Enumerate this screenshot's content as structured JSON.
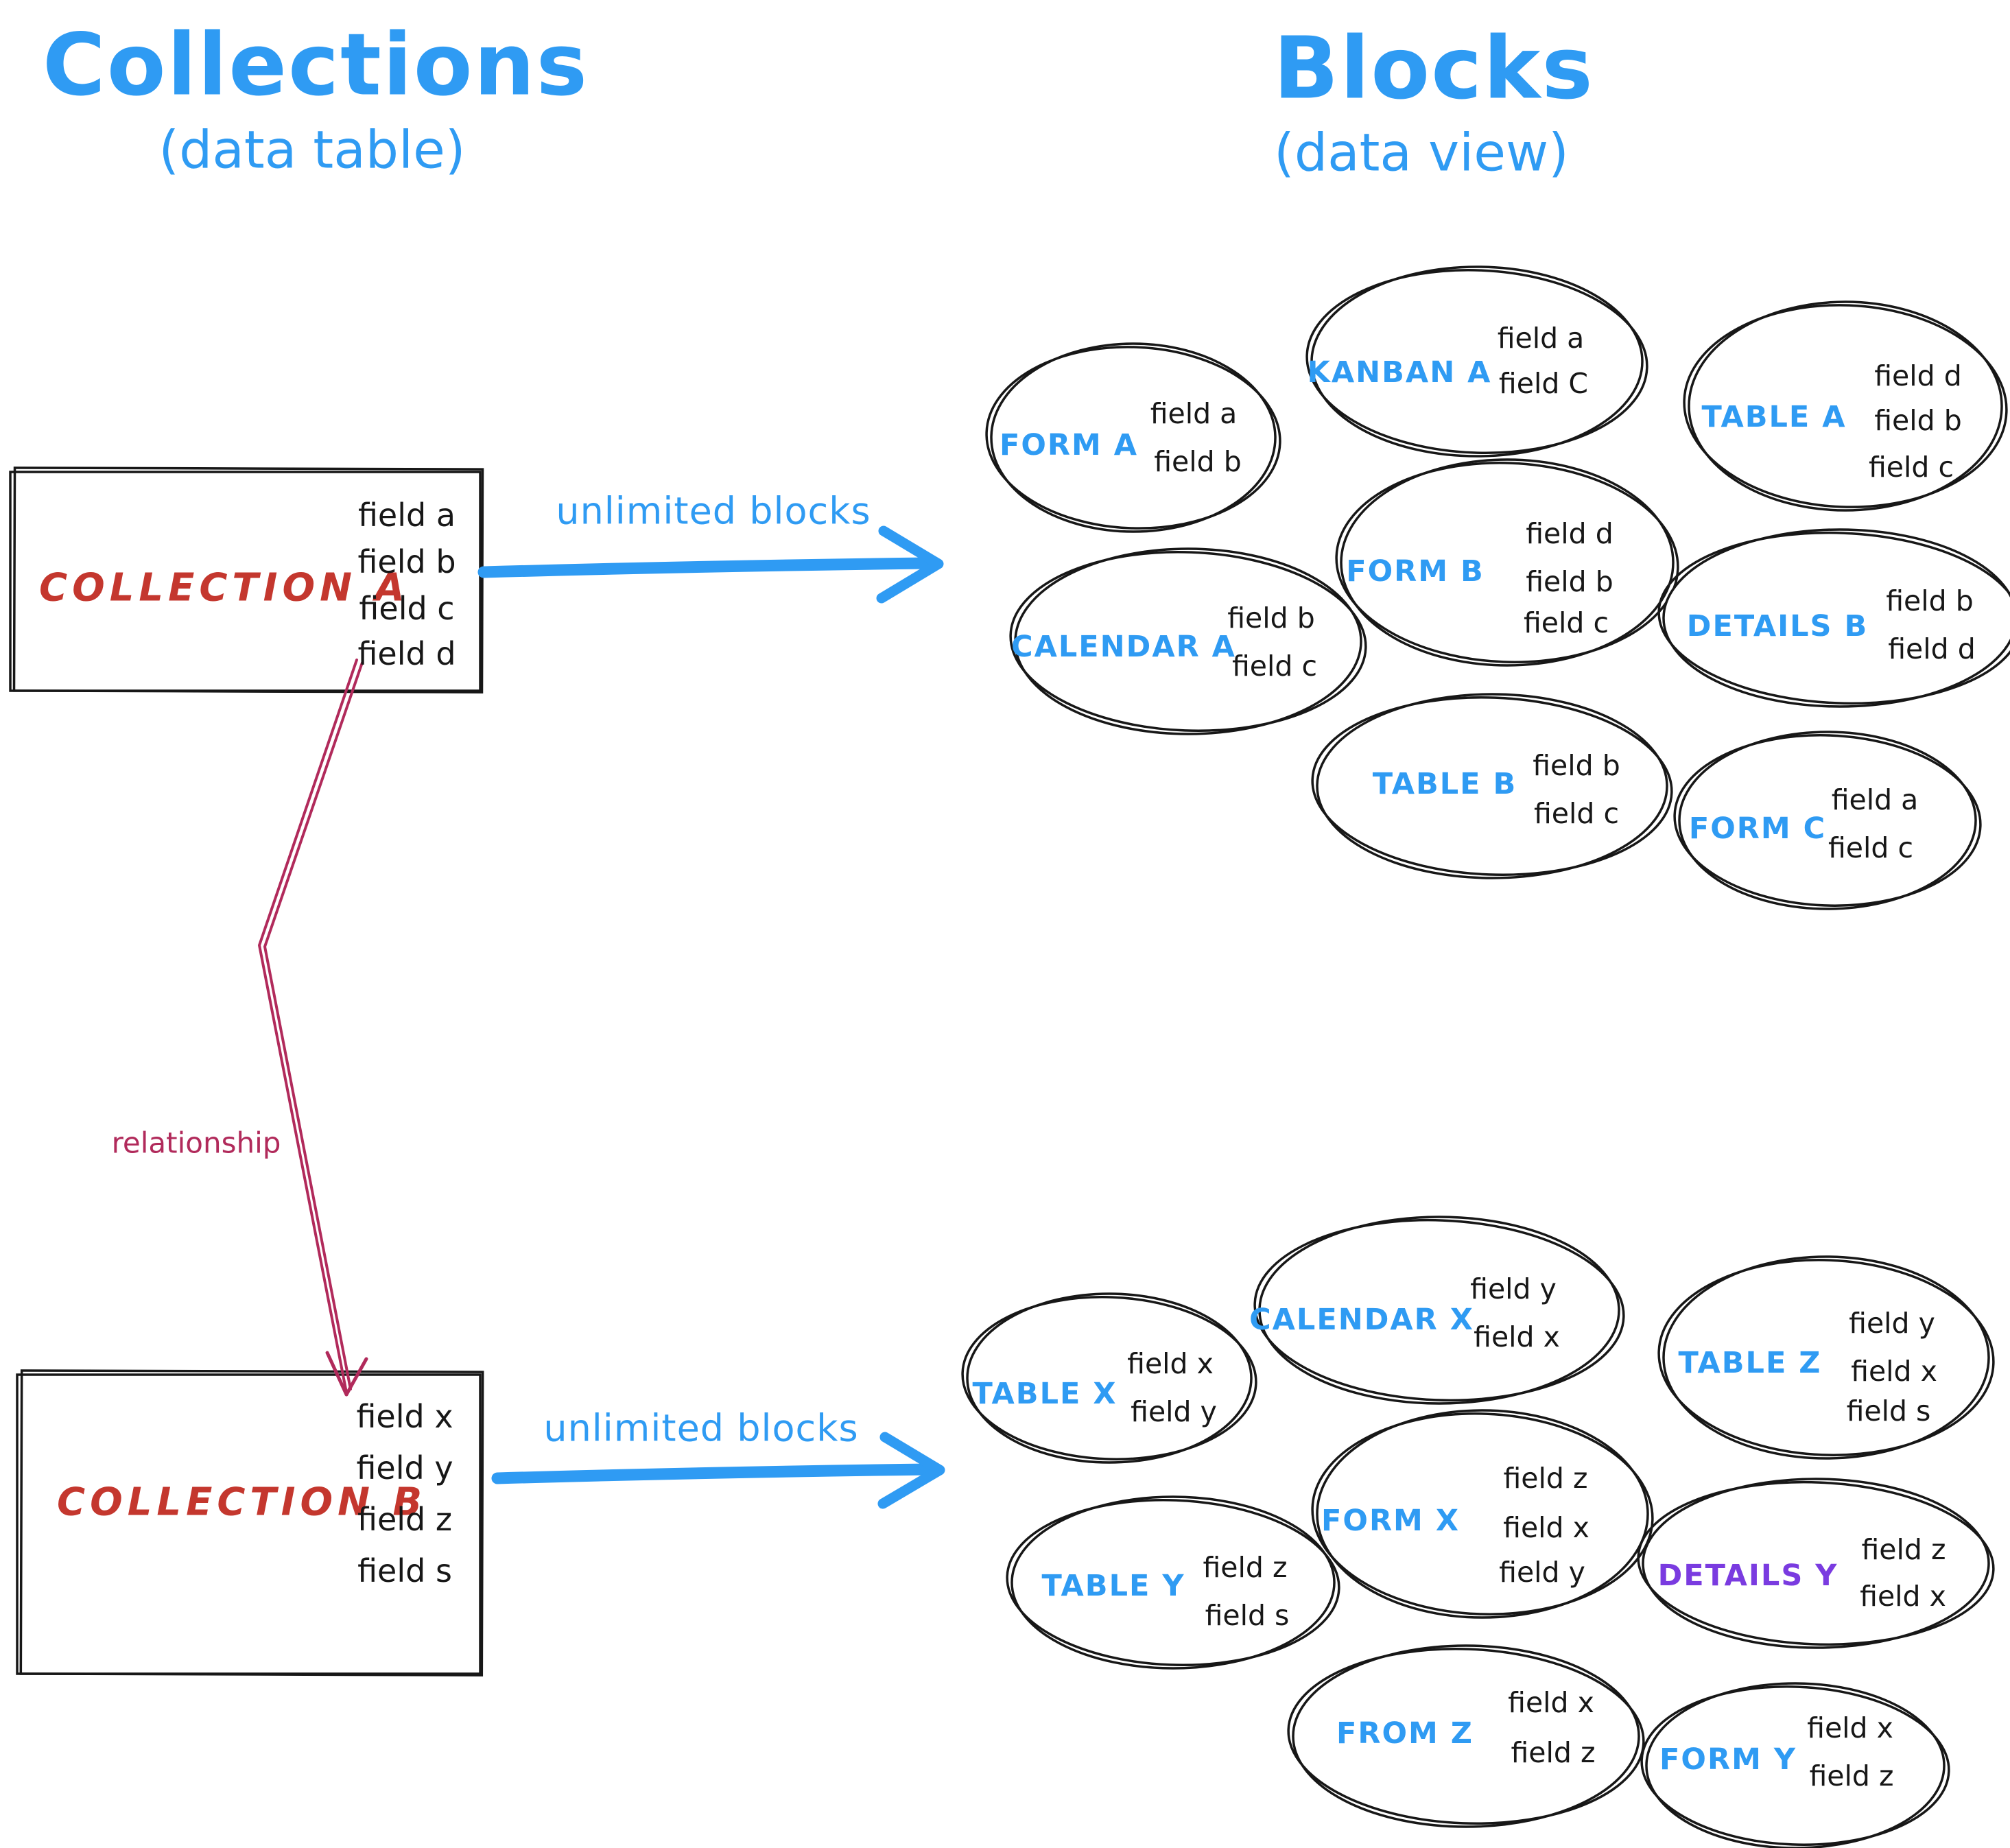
{
  "colors": {
    "blue": "#2f9bf3",
    "red": "#c4372e",
    "crimson": "#b12a5b",
    "purple": "#7a3be0",
    "ink": "#171717"
  },
  "headers": {
    "left": {
      "title": "Collections",
      "subtitle": "(data table)"
    },
    "right": {
      "title": "Blocks",
      "subtitle": "(data view)"
    }
  },
  "collections": [
    {
      "name": "COLLECTION A",
      "fields": [
        "field a",
        "field b",
        "field c",
        "field d"
      ]
    },
    {
      "name": "COLLECTION B",
      "fields": [
        "field x",
        "field y",
        "field z",
        "field s"
      ]
    }
  ],
  "arrows": [
    {
      "label": "unlimited blocks"
    },
    {
      "label": "unlimited blocks"
    }
  ],
  "relationship": {
    "label": "relationship"
  },
  "blocks": [
    {
      "id": "form-a",
      "label": "FORM A",
      "label_color": "blue",
      "fields": [
        "field a",
        "field b"
      ]
    },
    {
      "id": "kanban-a",
      "label": "KANBAN A",
      "label_color": "blue",
      "fields": [
        "field a",
        "field C"
      ]
    },
    {
      "id": "table-a",
      "label": "TABLE A",
      "label_color": "blue",
      "fields": [
        "field d",
        "field b",
        "field c"
      ]
    },
    {
      "id": "form-b",
      "label": "FORM B",
      "label_color": "blue",
      "fields": [
        "field d",
        "field b",
        "field c"
      ]
    },
    {
      "id": "calendar-a",
      "label": "CALENDAR A",
      "label_color": "blue",
      "fields": [
        "field b",
        "field c"
      ]
    },
    {
      "id": "details-b",
      "label": "DETAILS B",
      "label_color": "blue",
      "fields": [
        "field b",
        "field d"
      ]
    },
    {
      "id": "table-b",
      "label": "TABLE B",
      "label_color": "blue",
      "fields": [
        "field b",
        "field c"
      ]
    },
    {
      "id": "form-c",
      "label": "FORM C",
      "label_color": "blue",
      "fields": [
        "field a",
        "field c"
      ]
    },
    {
      "id": "table-x",
      "label": "TABLE X",
      "label_color": "blue",
      "fields": [
        "field x",
        "field y"
      ]
    },
    {
      "id": "calendar-x",
      "label": "CALENDAR X",
      "label_color": "blue",
      "fields": [
        "field y",
        "field x"
      ]
    },
    {
      "id": "table-z",
      "label": "TABLE Z",
      "label_color": "blue",
      "fields": [
        "field y",
        "field x",
        "field s"
      ]
    },
    {
      "id": "form-x",
      "label": "FORM X",
      "label_color": "blue",
      "fields": [
        "field z",
        "field x",
        "field y"
      ]
    },
    {
      "id": "table-y",
      "label": "TABLE Y",
      "label_color": "blue",
      "fields": [
        "field z",
        "field s"
      ]
    },
    {
      "id": "details-y",
      "label": "DETAILS Y",
      "label_color": "purple",
      "fields": [
        "field z",
        "field x"
      ]
    },
    {
      "id": "from-z",
      "label": "FROM Z",
      "label_color": "blue",
      "fields": [
        "field x",
        "field z"
      ]
    },
    {
      "id": "form-y",
      "label": "FORM Y",
      "label_color": "blue",
      "fields": [
        "field x",
        "field z"
      ]
    }
  ]
}
